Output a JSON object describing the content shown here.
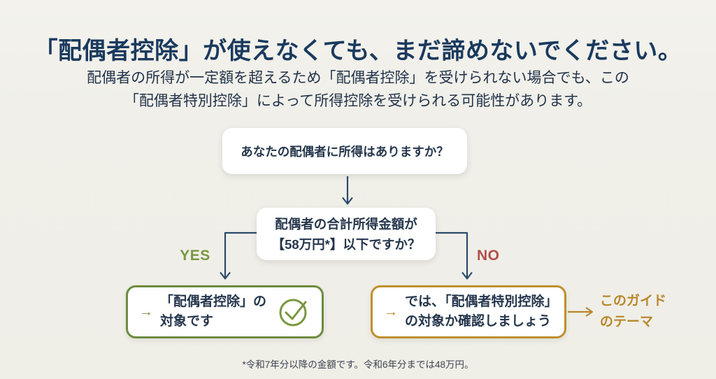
{
  "header": {
    "title": "「配偶者控除」が使えなくても、まだ諦めないでください。",
    "subtitle_lines": [
      "配偶者の所得が一定額を超えるため「配偶者控除」を受けられない場合でも、この",
      "「配偶者特別控除」によって所得控除を受けられる可能性があります。"
    ]
  },
  "flowchart": {
    "question1": {
      "text": "あなたの配偶者に所得はありますか？"
    },
    "question2": {
      "lines": [
        "配偶者の合計所得金額が",
        "【58万円*】以下ですか？"
      ]
    },
    "branch_labels": {
      "yes": "YES",
      "no": "NO"
    },
    "yes_result": {
      "arrow": "→",
      "lines": [
        "「配偶者控除」の",
        "対象です"
      ],
      "icon": "check-circle-icon"
    },
    "no_result": {
      "arrow": "→",
      "lines": [
        "では、「配偶者特別控除」",
        "の対象か確認しましょう"
      ]
    },
    "theme_note": {
      "lines": [
        "このガイド",
        "のテーマ"
      ]
    }
  },
  "footnote": "*令和7年分以降の金額です。令和6年分までは48万円。",
  "colors": {
    "background": "#f0efe9",
    "title_navy": "#1a3a5e",
    "body_navy": "#25364c",
    "connector_navy": "#2c4a6b",
    "yes_green": "#78973f",
    "green_border": "#6d8c3f",
    "no_red": "#b0504c",
    "gold_text": "#b9872c",
    "gold_border": "#bf8f2e",
    "box_white": "#ffffff"
  }
}
